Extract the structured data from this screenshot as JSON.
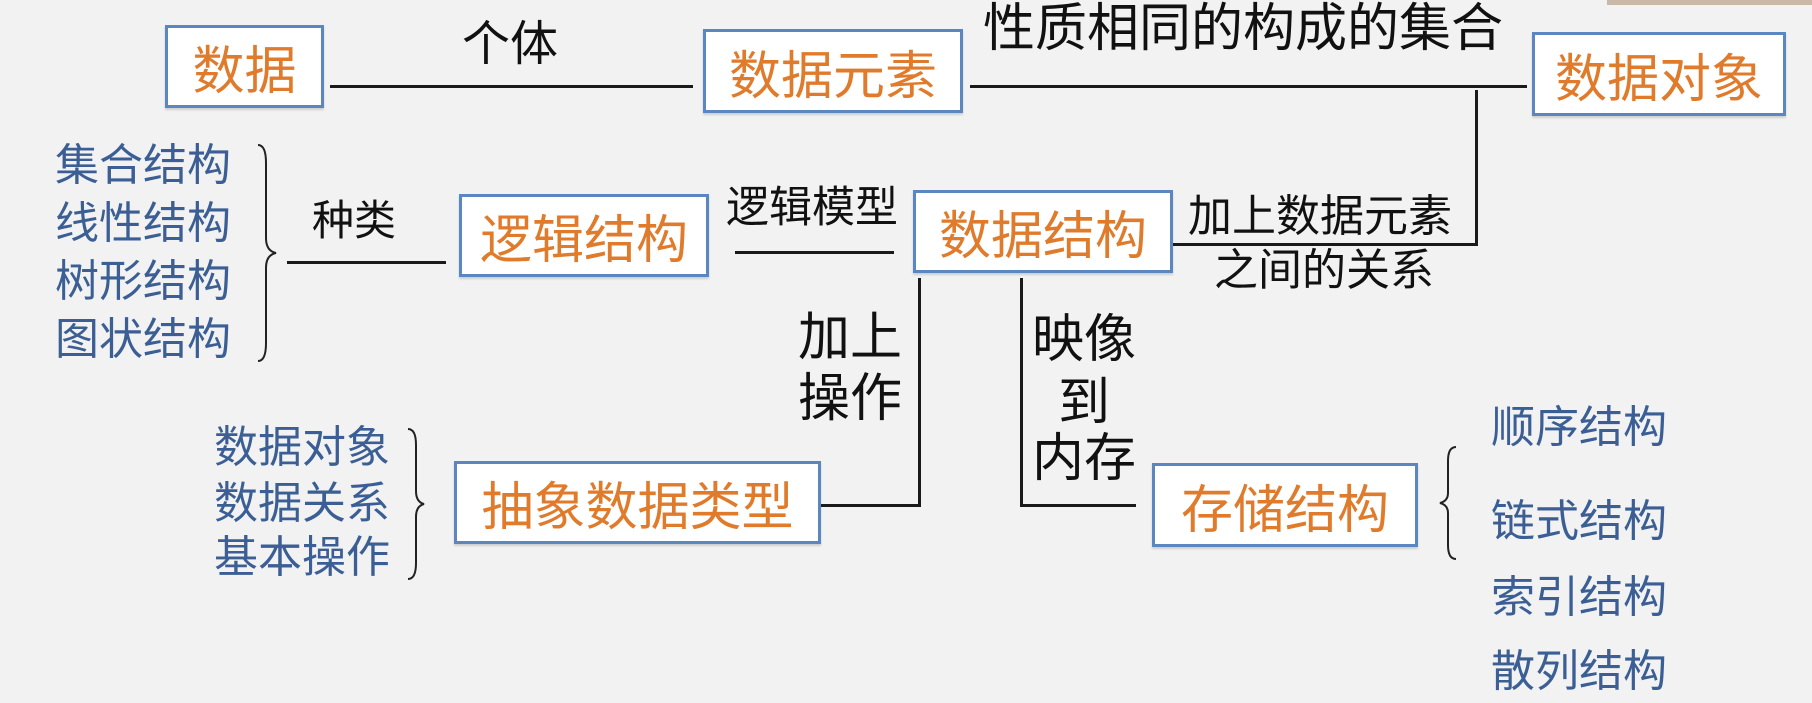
{
  "nodes": {
    "data": "数据",
    "data_element": "数据元素",
    "data_object": "数据对象",
    "logical_structure": "逻辑结构",
    "data_structure": "数据结构",
    "adt": "抽象数据类型",
    "storage_structure": "存储结构"
  },
  "edge_labels": {
    "individual": "个体",
    "same_nature_set": "性质相同的构成的集合",
    "kind": "种类",
    "logical_model": "逻辑模型",
    "add_relation_1": "加上数据元素",
    "add_relation_2": "之间的关系",
    "add_ops_1": "加上",
    "add_ops_2": "操作",
    "map_1": "映像",
    "map_2": "到",
    "map_3": "内存"
  },
  "logical_kinds": [
    "集合结构",
    "线性结构",
    "树形结构",
    "图状结构"
  ],
  "adt_parts": [
    "数据对象",
    "数据关系",
    "基本操作"
  ],
  "storage_kinds": [
    "顺序结构",
    "链式结构",
    "索引结构",
    "散列结构"
  ],
  "colors": {
    "node_text": "#e07b2c",
    "node_border": "#5b86c0",
    "list_text": "#3b5f94",
    "background": "#f2f2f2"
  }
}
